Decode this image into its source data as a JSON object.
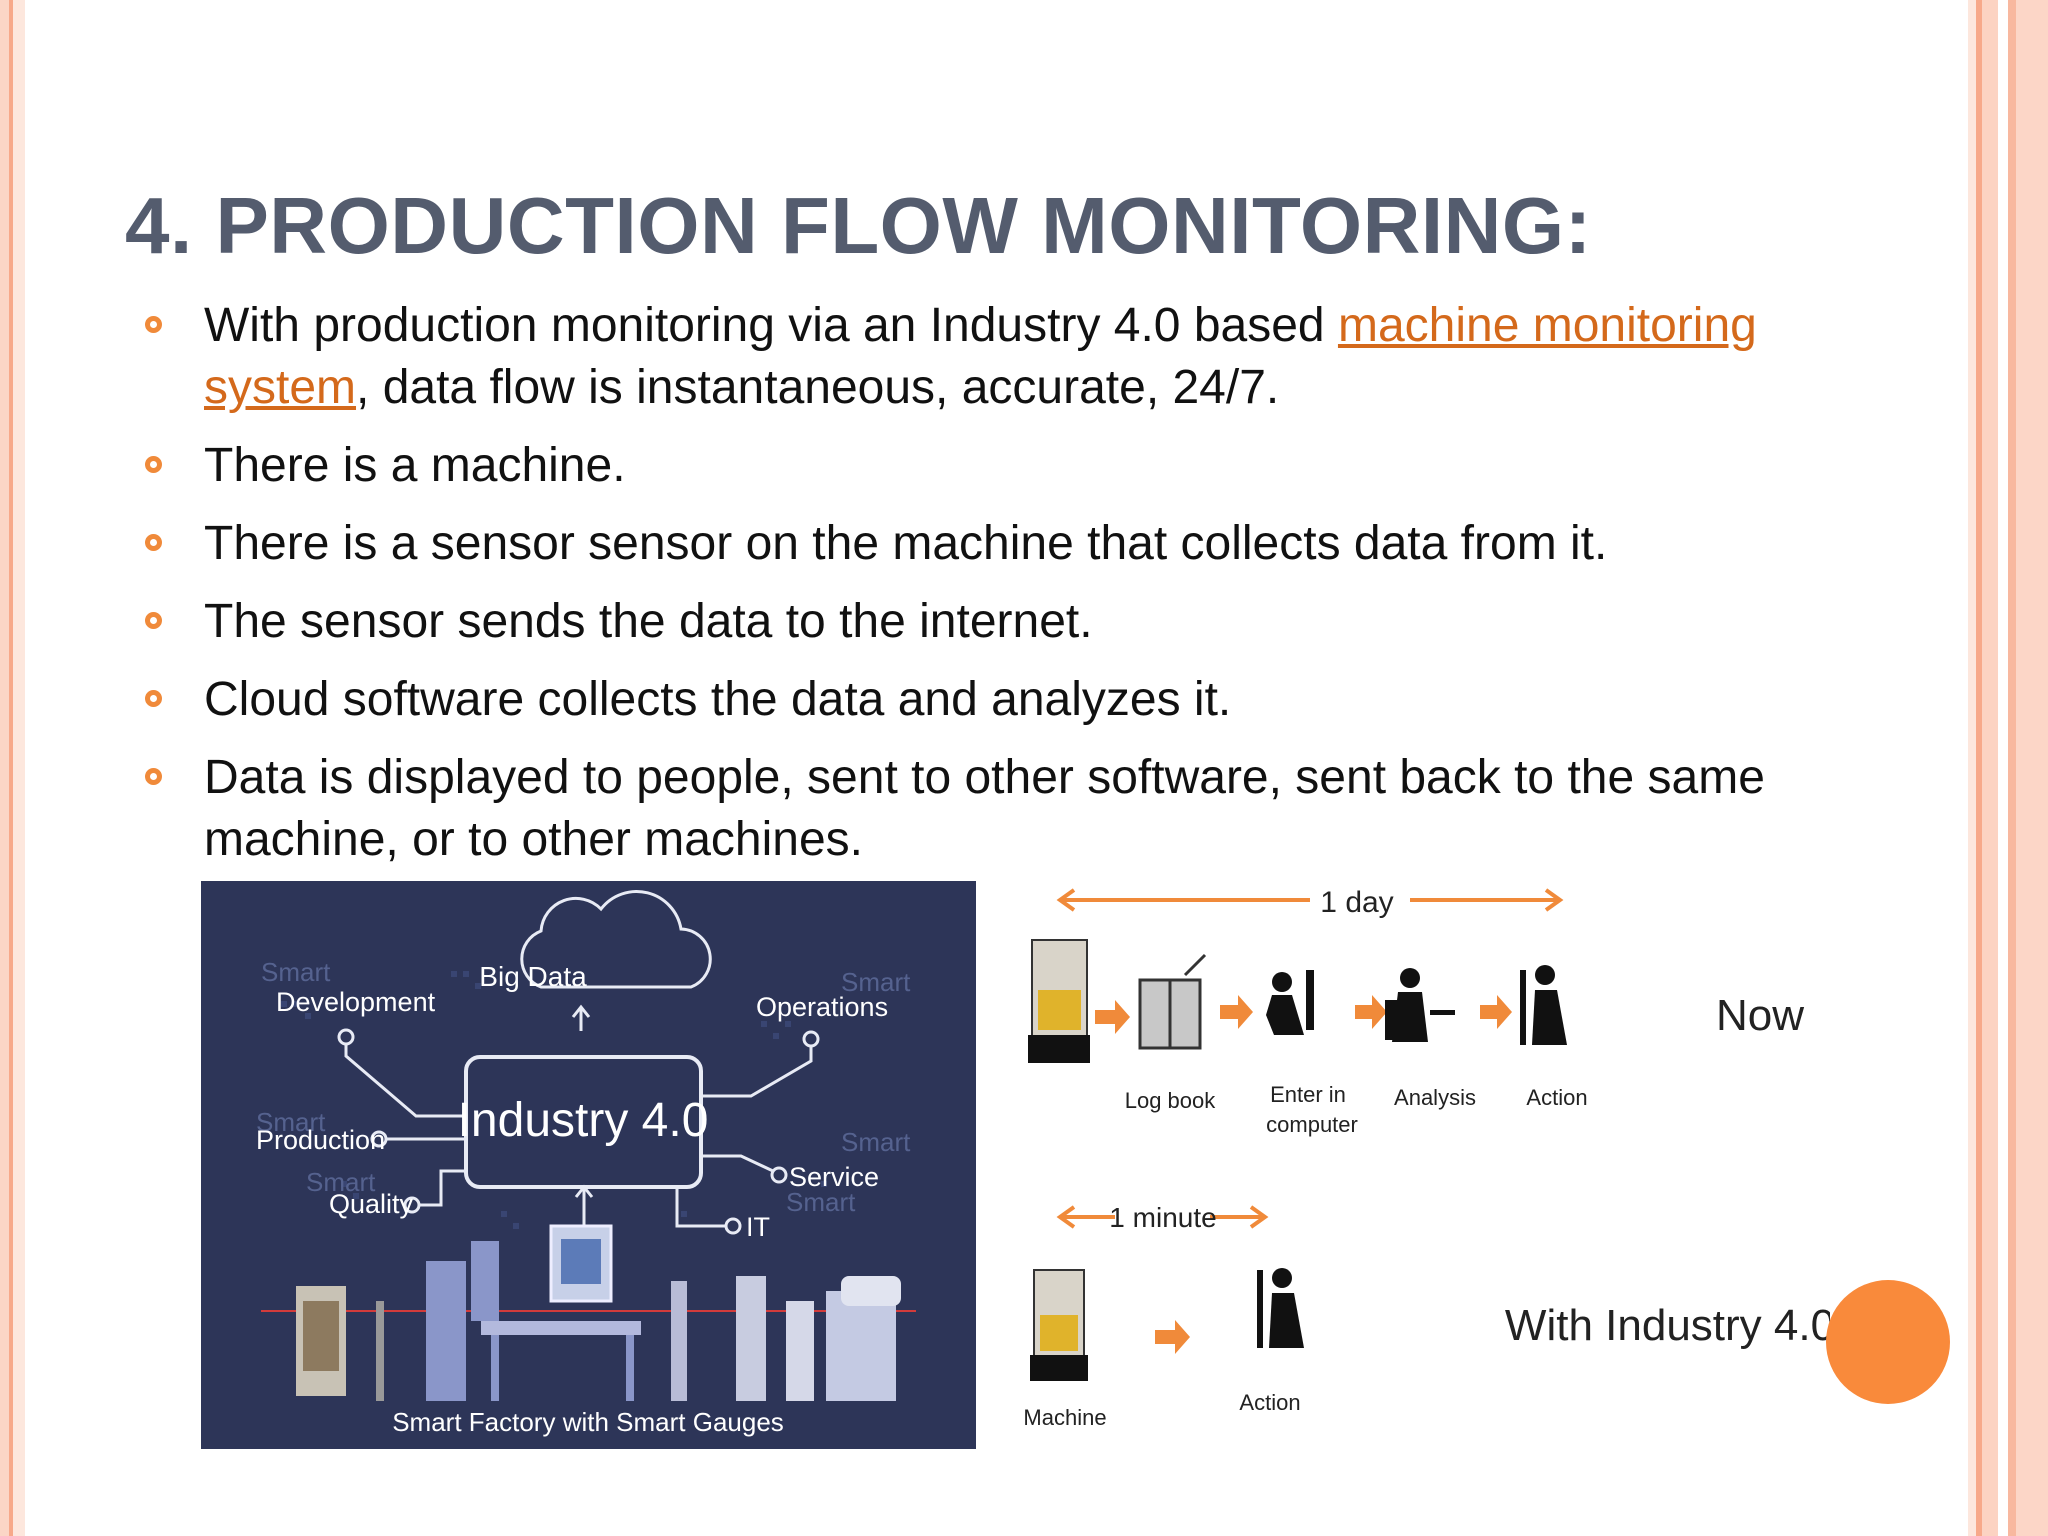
{
  "slide": {
    "title": "4. PRODUCTION FLOW MONITORING:",
    "bullets": [
      {
        "pre": "With production monitoring via an Industry 4.0 based ",
        "link": "machine monitoring system",
        "post": ", data flow is instantaneous, accurate, 24/7."
      },
      {
        "text": "There is a machine."
      },
      {
        "text": "There is a sensor sensor on the machine that collects data from it."
      },
      {
        "text": "The sensor sends the data to the internet."
      },
      {
        "text": "Cloud software collects the data and analyzes it."
      },
      {
        "text": "Data is displayed to people, sent to other software, sent back to the same machine, or to other machines."
      }
    ]
  },
  "industry_image": {
    "center": "Industry 4.0",
    "cloud": "Big Data",
    "nodes": {
      "development": "Development",
      "operations": "Operations",
      "production": "Production",
      "service": "Service",
      "quality": "Quality",
      "it": "IT"
    },
    "smart_labels": [
      "Smart",
      "Smart",
      "Smart",
      "Smart",
      "Smart",
      "Smart"
    ],
    "caption": "Smart Factory with Smart Gauges"
  },
  "flow_image": {
    "now_duration": "1 day",
    "now_label": "Now",
    "now_steps": [
      "Log book",
      "Enter in",
      "computer",
      "Analysis",
      "Action"
    ],
    "with_duration": "1 minute",
    "with_label": "With Industry 4.0",
    "with_steps": [
      "Machine",
      "Action"
    ]
  },
  "colors": {
    "title": "#545c6e",
    "accent": "#f08a3a",
    "link": "#d4691b",
    "image_bg": "#2d3558"
  }
}
